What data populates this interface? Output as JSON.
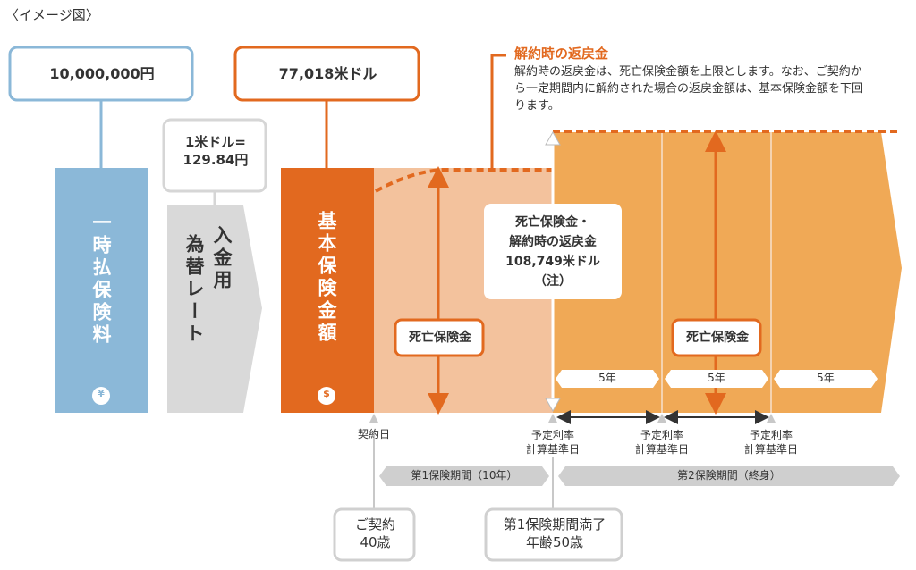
{
  "title": "〈イメージ図〉",
  "premium": {
    "amount": "10,000,000円",
    "label": "一時払保険料",
    "currency_icon": "¥"
  },
  "rate": {
    "box": "1米ドル=\n129.84円",
    "label_1": "入金用",
    "label_2": "為替レート"
  },
  "base": {
    "amount": "77,018米ドル",
    "label": "基本保険金額",
    "currency_icon": "$"
  },
  "surrender": {
    "title": "解約時の返戻金",
    "desc": "解約時の返戻金は、死亡保険金額を上限とします。なお、ご契約から一定期間内に解約された場合の返戻金額は、基本保険金額を下回ります。"
  },
  "death_benefit_label": "死亡保険金",
  "maturity_box": {
    "line1": "死亡保険金・",
    "line2": "解約時の返戻金",
    "line3": "108,749米ドル",
    "line4": "（注）"
  },
  "five_years": [
    "5年",
    "5年",
    "5年"
  ],
  "markers": {
    "contract_day": "契約日",
    "rate_day": "予定利率\n計算基準日"
  },
  "periods": {
    "first": "第1保険期間（10年）",
    "second": "第2保険期間（終身）"
  },
  "bottom_boxes": {
    "contract": "ご契約\n40歳",
    "maturity": "第1保険期間満了\n年齢50歳"
  },
  "colors": {
    "blue": "#8bb8d8",
    "dark_orange": "#e2691f",
    "peach": "#f3c29d",
    "orange": "#f0a956",
    "gray": "#d6d6d6"
  }
}
